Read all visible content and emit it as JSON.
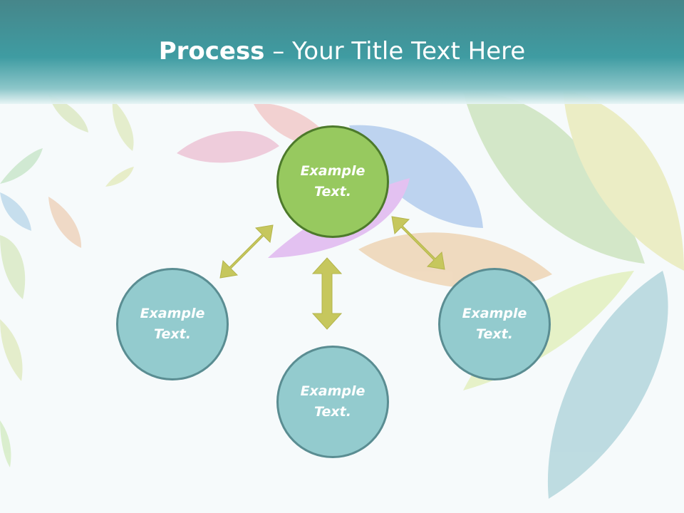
{
  "title": {
    "bold": "Process",
    "rest": " – Your Title Text Here"
  },
  "nodes": {
    "center": {
      "line1": "Example",
      "line2": "Text."
    },
    "left": {
      "line1": "Example",
      "line2": "Text."
    },
    "bottom": {
      "line1": "Example",
      "line2": "Text."
    },
    "right": {
      "line1": "Example",
      "line2": "Text."
    }
  },
  "colors": {
    "header": "#3f9ca2",
    "center_fill": "#97c95f",
    "center_border": "#4d7a2b",
    "node_fill": "#93cbce",
    "node_border": "#5a8d92",
    "arrow": "#c6c75d"
  }
}
